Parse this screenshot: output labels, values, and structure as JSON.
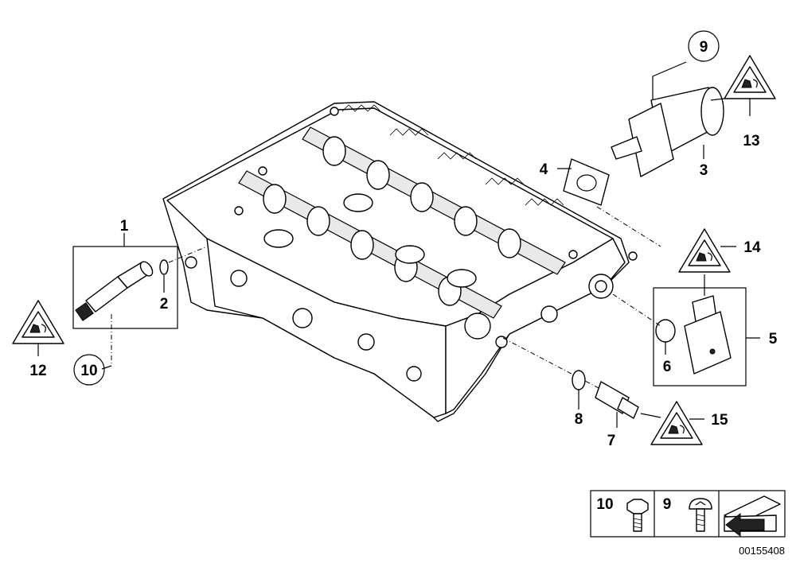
{
  "diagram": {
    "callouts": {
      "c1": "1",
      "c2": "2",
      "c3": "3",
      "c4": "4",
      "c5": "5",
      "c6": "6",
      "c7": "7",
      "c8": "8",
      "c9": "9",
      "c10": "10",
      "c12": "12",
      "c13": "13",
      "c14": "14",
      "c15": "15"
    },
    "legend": {
      "item_a": "10",
      "item_b": "9"
    },
    "image_number": "00155408"
  }
}
